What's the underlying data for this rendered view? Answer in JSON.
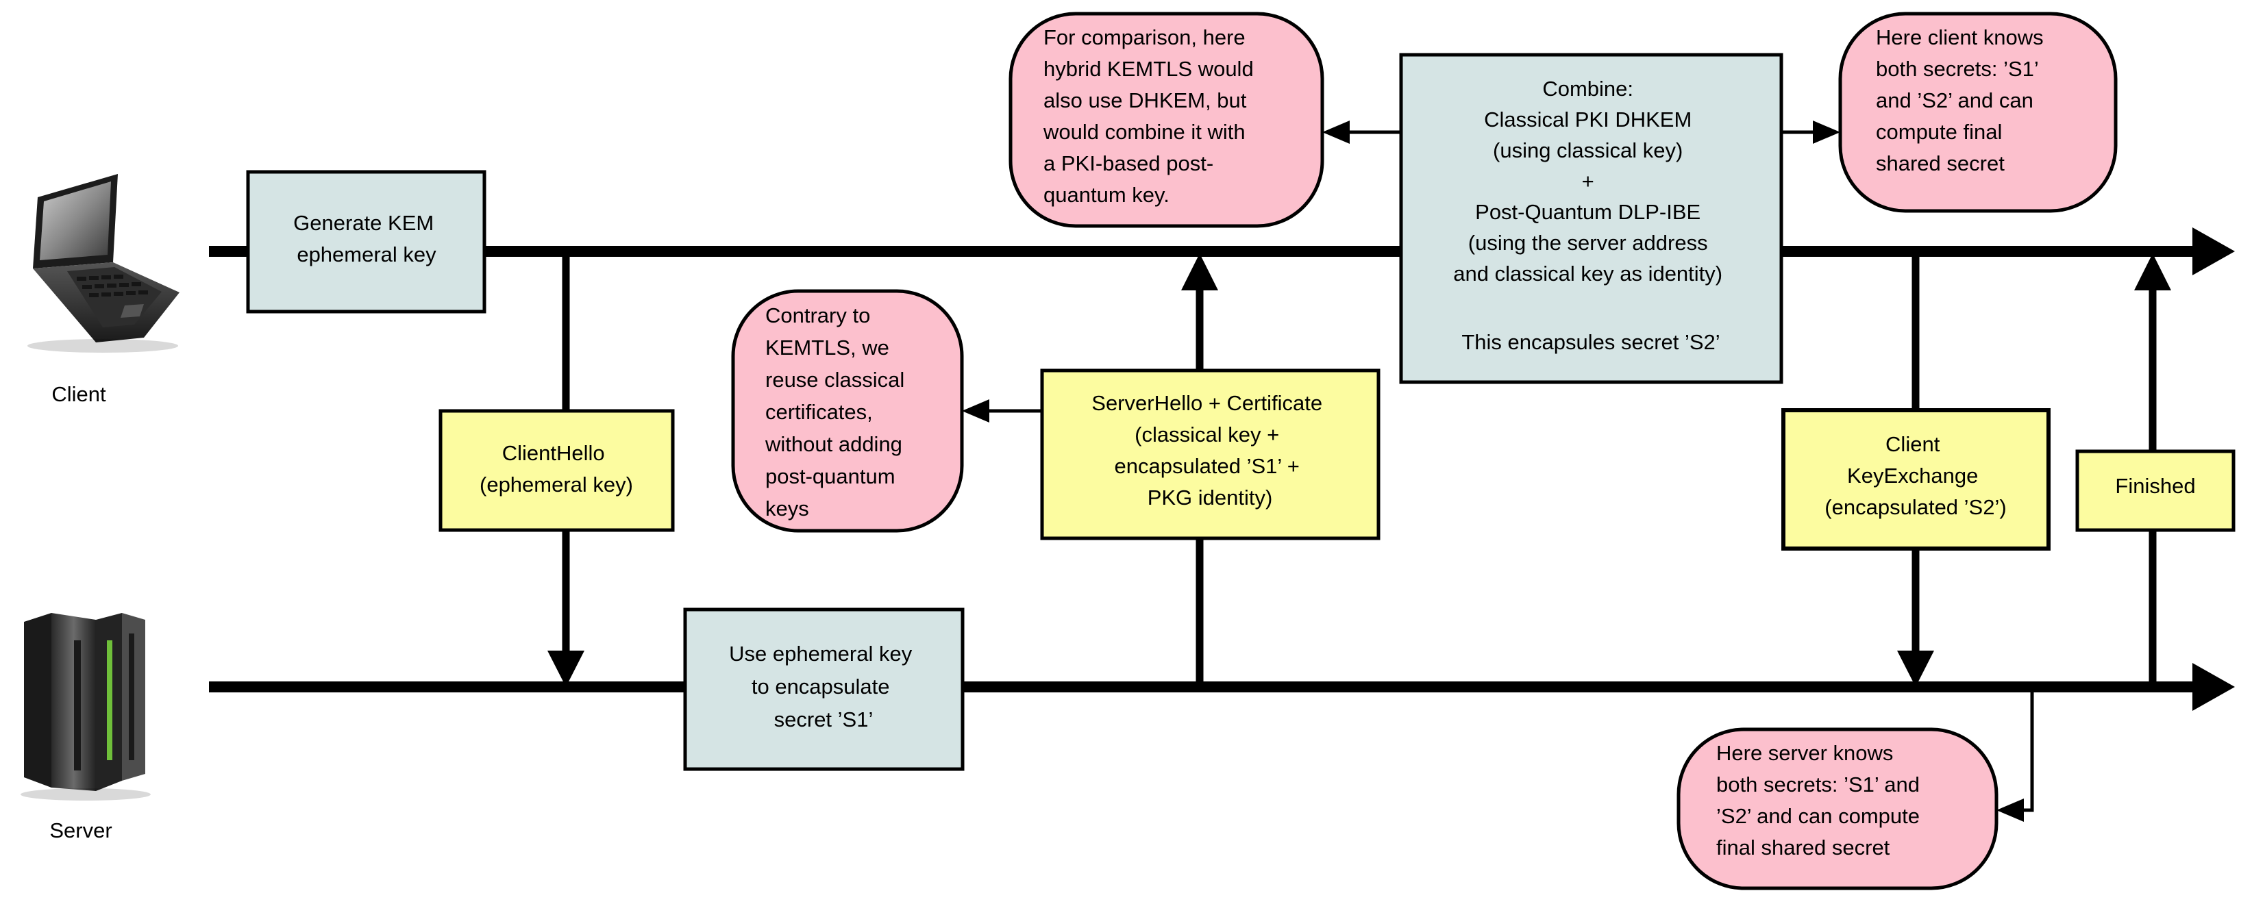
{
  "colors": {
    "line": "#000000",
    "step_fill": "#d5e4e4",
    "message_fill": "#fcfca0",
    "note_fill": "#fcc0cd"
  },
  "actors": {
    "client": {
      "label": "Client",
      "icon": "laptop-icon"
    },
    "server": {
      "label": "Server",
      "icon": "server-rack-icon"
    }
  },
  "client_steps": {
    "generate_kem": {
      "lines": [
        "Generate KEM",
        "ephemeral key"
      ]
    },
    "combine": {
      "lines": [
        "Combine:",
        "Classical PKI DHKEM",
        "(using classical key)",
        "+",
        "Post-Quantum DLP-IBE",
        "(using the server address",
        "and classical key as identity)",
        "",
        "This encapsules secret ’S2’"
      ]
    }
  },
  "server_steps": {
    "encapsulate": {
      "lines": [
        "Use ephemeral key",
        "to encapsulate",
        "secret ’S1’"
      ]
    }
  },
  "messages": {
    "client_hello": {
      "lines": [
        "ClientHello",
        "(ephemeral key)"
      ]
    },
    "server_hello": {
      "lines": [
        "ServerHello +  Certificate",
        "(classical key +",
        "encapsulated ’S1’ +",
        "PKG identity)"
      ]
    },
    "client_key_exchange": {
      "lines": [
        "Client",
        "KeyExchange",
        "(encapsulated ’S2’)"
      ]
    },
    "finished": {
      "lines": [
        "Finished"
      ]
    }
  },
  "notes": {
    "comparison": {
      "lines": [
        "For comparison, here",
        "hybrid  KEMTLS would",
        "also use DHKEM, but",
        "would combine it with",
        "a PKI-based post-",
        "quantum key."
      ]
    },
    "contrary": {
      "lines": [
        "Contrary to",
        "KEMTLS, we",
        "reuse classical",
        "certificates,",
        "without adding",
        "post-quantum",
        "keys"
      ]
    },
    "client_knows": {
      "lines": [
        "Here client knows",
        "both secrets: ’S1’",
        "and ’S2’ and can",
        "compute final",
        "shared secret"
      ]
    },
    "server_knows": {
      "lines": [
        "Here server knows",
        "both secrets: ’S1’ and",
        "’S2’ and can compute",
        "final shared secret"
      ]
    }
  }
}
